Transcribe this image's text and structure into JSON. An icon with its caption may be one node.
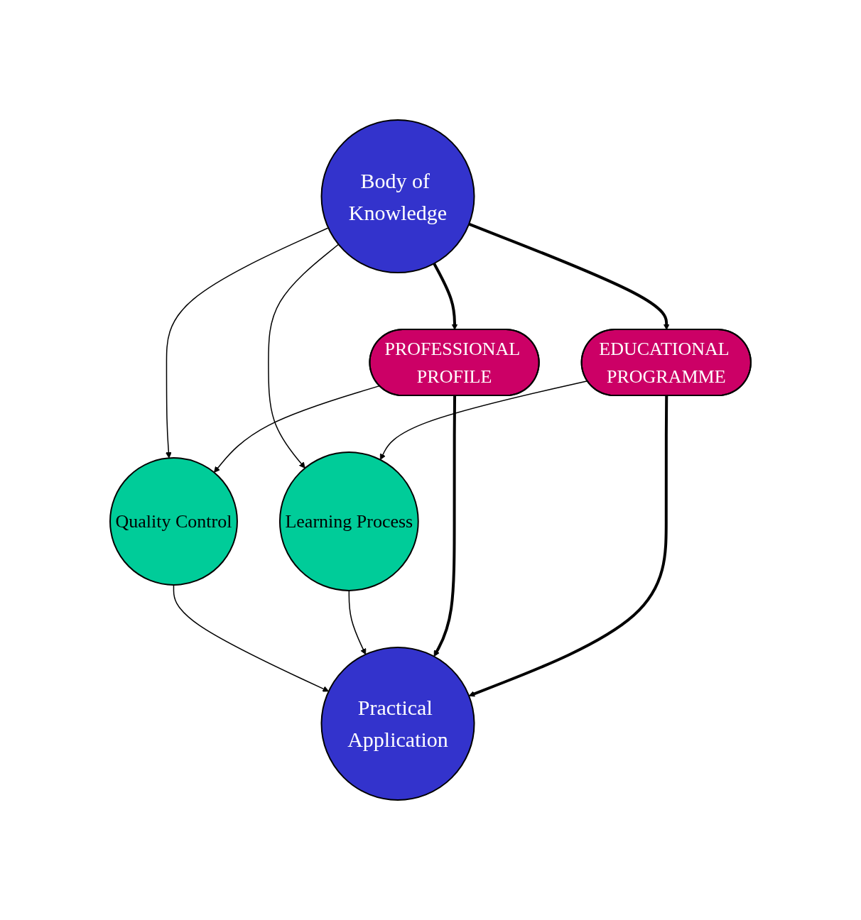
{
  "diagram": {
    "nodes": [
      {
        "text": [
          "Body of Knowledge"
        ]
      },
      {
        "text": [
          "PROFESSIONAL PROFILE"
        ]
      },
      {
        "text": [
          "EDUCATIONAL PROGRAMME"
        ]
      },
      {
        "text": [
          "Quality Control"
        ]
      },
      {
        "text": [
          "Learning Process"
        ]
      },
      {
        "text": [
          "Practical Application"
        ]
      }
    ],
    "edges": [
      {
        "from": 0,
        "to": 1,
        "arrow": "to",
        "style": "thick"
      },
      {
        "from": 0,
        "to": 2,
        "arrow": "to",
        "style": "thick"
      },
      {
        "from": 0,
        "to": 3,
        "arrow": "to"
      },
      {
        "from": 0,
        "to": 4,
        "arrow": "to"
      },
      {
        "from": 1,
        "to": 3,
        "arrow": "to"
      },
      {
        "from": 2,
        "to": 4,
        "arrow": "to"
      },
      {
        "from": 3,
        "to": 5,
        "arrow": "to"
      },
      {
        "from": 4,
        "to": 5,
        "arrow": "to"
      },
      {
        "from": 1,
        "to": 5,
        "arrow": "to",
        "style": "thick"
      },
      {
        "from": 2,
        "to": 5,
        "arrow": "to",
        "style": "thick"
      }
    ]
  }
}
